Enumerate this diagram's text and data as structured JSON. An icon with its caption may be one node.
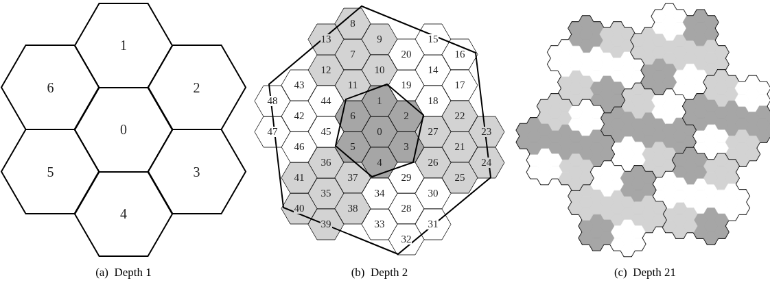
{
  "diagram": {
    "nodes": [
      {
        "text": [
          "0"
        ]
      },
      {
        "text": [
          "1"
        ]
      },
      {
        "text": [
          "2"
        ]
      },
      {
        "text": [
          "3"
        ]
      },
      {
        "text": [
          "4"
        ]
      },
      {
        "text": [
          "5"
        ]
      },
      {
        "text": [
          "6"
        ]
      },
      {
        "text": [
          "0"
        ]
      },
      {
        "text": [
          "1"
        ]
      },
      {
        "text": [
          "2"
        ]
      },
      {
        "text": [
          "3"
        ]
      },
      {
        "text": [
          "4"
        ]
      },
      {
        "text": [
          "5"
        ]
      },
      {
        "text": [
          "6"
        ]
      },
      {
        "text": [
          "7"
        ]
      },
      {
        "text": [
          "8"
        ]
      },
      {
        "text": [
          "9"
        ]
      },
      {
        "text": [
          "10"
        ]
      },
      {
        "text": [
          "11"
        ]
      },
      {
        "text": [
          "12"
        ]
      },
      {
        "text": [
          "13"
        ]
      },
      {
        "text": [
          "14"
        ]
      },
      {
        "text": [
          "15"
        ]
      },
      {
        "text": [
          "16"
        ]
      },
      {
        "text": [
          "17"
        ]
      },
      {
        "text": [
          "18"
        ]
      },
      {
        "text": [
          "19"
        ]
      },
      {
        "text": [
          "20"
        ]
      },
      {
        "text": [
          "21"
        ]
      },
      {
        "text": [
          "22"
        ]
      },
      {
        "text": [
          "23"
        ]
      },
      {
        "text": [
          "24"
        ]
      },
      {
        "text": [
          "25"
        ]
      },
      {
        "text": [
          "26"
        ]
      },
      {
        "text": [
          "27"
        ]
      },
      {
        "text": [
          "28"
        ]
      },
      {
        "text": [
          "29"
        ]
      },
      {
        "text": [
          "30"
        ]
      },
      {
        "text": [
          "31"
        ]
      },
      {
        "text": [
          "32"
        ]
      },
      {
        "text": [
          "33"
        ]
      },
      {
        "text": [
          "34"
        ]
      },
      {
        "text": [
          "35"
        ]
      },
      {
        "text": [
          "36"
        ]
      },
      {
        "text": [
          "37"
        ]
      },
      {
        "text": [
          "38"
        ]
      },
      {
        "text": [
          "39"
        ]
      },
      {
        "text": [
          "40"
        ]
      },
      {
        "text": [
          "41"
        ]
      },
      {
        "text": [
          "42"
        ]
      },
      {
        "text": [
          "43"
        ]
      },
      {
        "text": [
          "44"
        ]
      },
      {
        "text": [
          "45"
        ]
      },
      {
        "text": [
          "46"
        ]
      },
      {
        "text": [
          "47"
        ]
      },
      {
        "text": [
          "48"
        ]
      }
    ],
    "labels": [
      "(a)  Depth 1",
      "(b)  Depth 2",
      "(c)  Depth 21"
    ]
  }
}
